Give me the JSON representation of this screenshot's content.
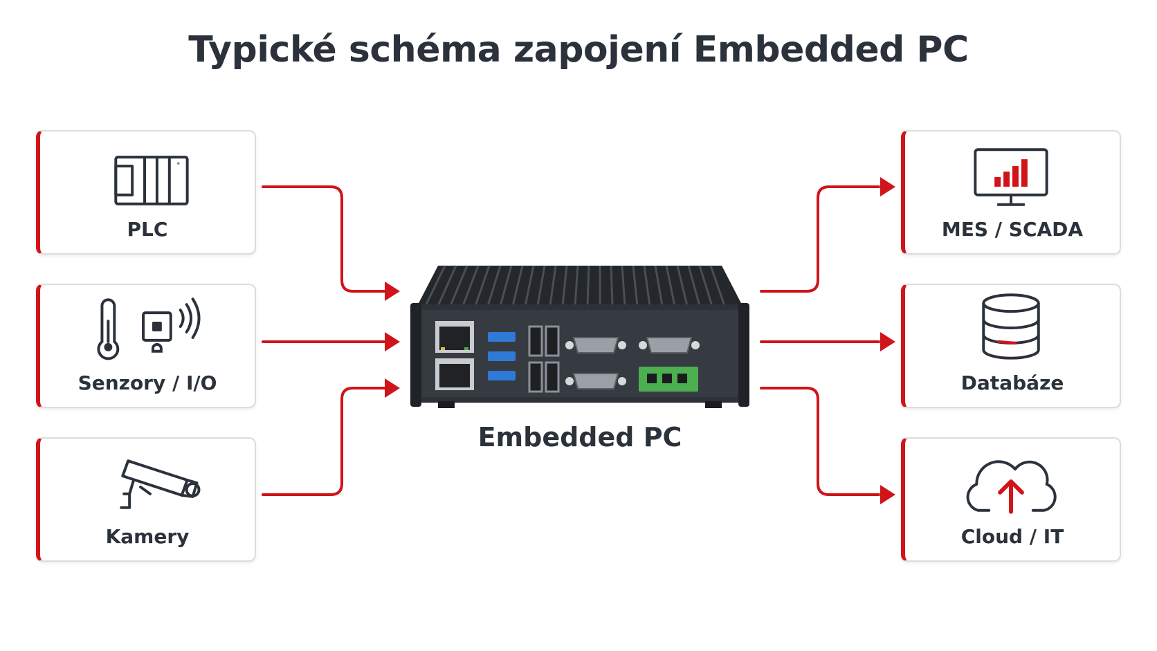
{
  "title": "Typické schéma zapojení Embedded PC",
  "center": {
    "label": "Embedded PC"
  },
  "inputs": [
    {
      "label": "PLC",
      "icon": "plc-icon"
    },
    {
      "label": "Senzory / I/O",
      "icon": "sensor-io-icon"
    },
    {
      "label": "Kamery",
      "icon": "camera-icon"
    }
  ],
  "outputs": [
    {
      "label": "MES / SCADA",
      "icon": "monitor-chart-icon"
    },
    {
      "label": "Databáze",
      "icon": "database-icon"
    },
    {
      "label": "Cloud / IT",
      "icon": "cloud-upload-icon"
    }
  ],
  "colors": {
    "accent": "#d0141a",
    "text": "#2b323b",
    "device": "#2e3238",
    "terminal": "#4caf50"
  }
}
